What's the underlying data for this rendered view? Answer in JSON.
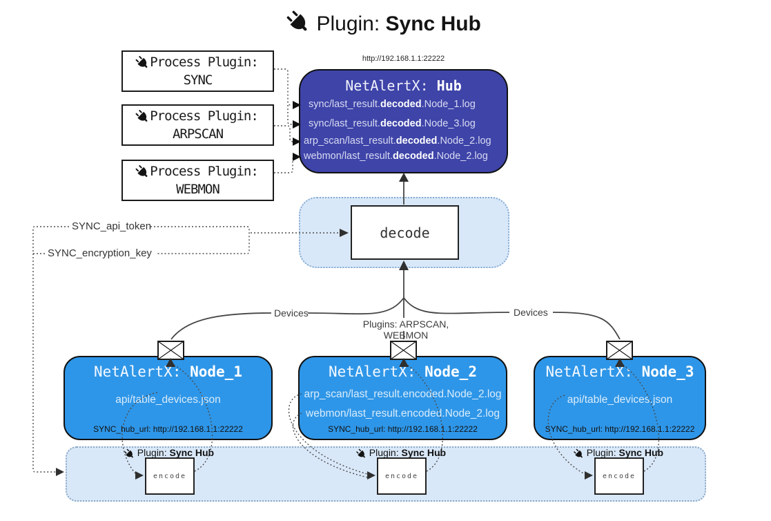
{
  "title": {
    "icon": "plug-icon",
    "prefix": "Plugin: ",
    "name": "Sync Hub"
  },
  "hub": {
    "url": "http://192.168.1.1:22222",
    "title_prefix": "NetAlertX: ",
    "title_name": "Hub",
    "lines": [
      {
        "pre": "sync/last_result.",
        "bold": "decoded",
        "post": ".Node_1.log"
      },
      {
        "pre": "sync/last_result.",
        "bold": "decoded",
        "post": ".Node_3.log"
      },
      {
        "pre": "arp_scan/last_result.",
        "bold": "decoded",
        "post": ".Node_2.log"
      },
      {
        "pre": "webmon/last_result.",
        "bold": "decoded",
        "post": ".Node_2.log"
      }
    ]
  },
  "process_plugins": [
    {
      "label": "Process Plugin:",
      "name": "SYNC"
    },
    {
      "label": "Process Plugin:",
      "name": "ARPSCAN"
    },
    {
      "label": "Process Plugin:",
      "name": "WEBMON"
    }
  ],
  "decode": {
    "label": "decode"
  },
  "tokens": {
    "api_token": "SYNC_api_token",
    "encryption_key": "SYNC_encryption_key"
  },
  "edges": {
    "devices_left": "Devices",
    "devices_right": "Devices",
    "plugins_mid": "Plugins: ARPSCAN, WEBMON"
  },
  "nodes": [
    {
      "title_prefix": "NetAlertX: ",
      "title_name": "Node_1",
      "lines": [
        "api/table_devices.json"
      ],
      "hub_url": "SYNC_hub_url: http://192.168.1.1:22222"
    },
    {
      "title_prefix": "NetAlertX: ",
      "title_name": "Node_2",
      "lines": [
        "arp_scan/last_result.encoded.Node_2.log",
        "webmon/last_result.encoded.Node_2.log"
      ],
      "hub_url": "SYNC_hub_url: http://192.168.1.1:22222"
    },
    {
      "title_prefix": "NetAlertX: ",
      "title_name": "Node_3",
      "lines": [
        "api/table_devices.json"
      ],
      "hub_url": "SYNC_hub_url: http://192.168.1.1:22222"
    }
  ],
  "encoders": [
    {
      "plugin_prefix": "Plugin: ",
      "plugin_name": "Sync Hub",
      "box_label": "encode"
    },
    {
      "plugin_prefix": "Plugin: ",
      "plugin_name": "Sync Hub",
      "box_label": "encode"
    },
    {
      "plugin_prefix": "Plugin: ",
      "plugin_name": "Sync Hub",
      "box_label": "encode"
    }
  ],
  "colors": {
    "hub_fill": "#3e44a8",
    "node_fill": "#2e96e8",
    "container_fill": "#d9e8f8"
  }
}
